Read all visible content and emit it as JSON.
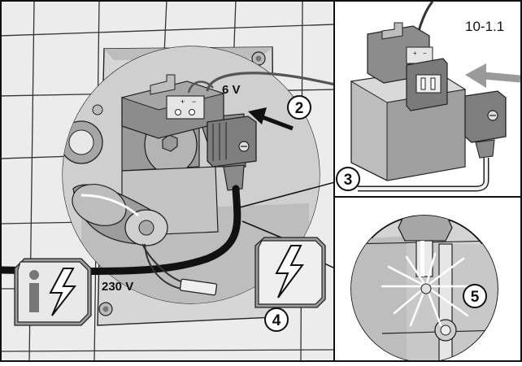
{
  "figure_id": "10-1.1",
  "voltage_low": "6 V",
  "voltage_high": "230 V",
  "connector_symbols": [
    "+",
    "−"
  ],
  "callouts": [
    "2",
    "3",
    "4",
    "5"
  ],
  "colors": {
    "line": "#1a1a1a",
    "wall": "#e6e6e6",
    "panel": "#d4d4d4",
    "component_dark": "#8c8c8c",
    "component_mid": "#a9a9a9",
    "component_light": "#c8c8c8",
    "highlight": "#ffffff"
  },
  "icons": [
    "info-electrical-warning-icon",
    "electrical-hazard-icon",
    "insertion-arrow-icon",
    "spark-icon"
  ]
}
